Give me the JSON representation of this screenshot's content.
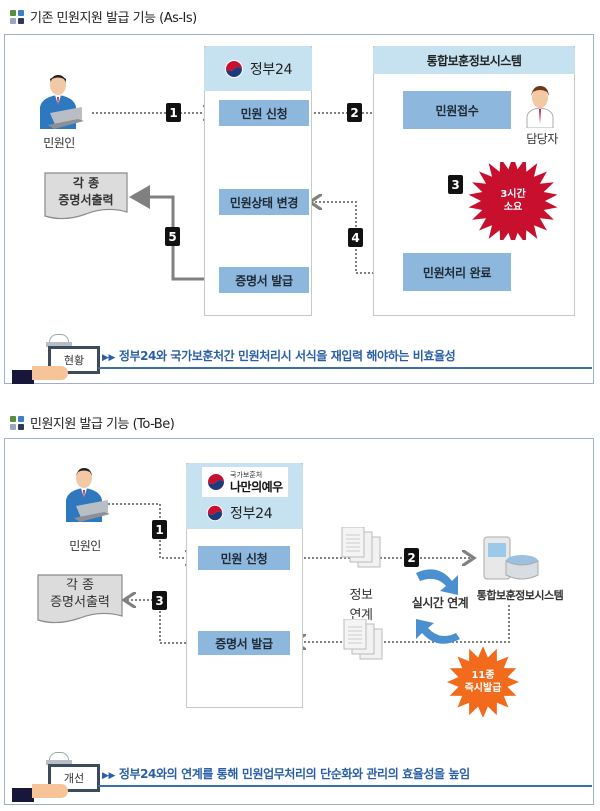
{
  "as_is": {
    "title": "기존 민원지원 발급 기능 (As-Is)",
    "actor": {
      "label": "민원인",
      "icon": "citizen-laptop-icon"
    },
    "staff": {
      "label": "담당자",
      "icon": "staff-person-icon"
    },
    "output_doc": {
      "line1": "각 종",
      "line2": "증명서출력"
    },
    "gov24_column": {
      "logo_text": "정부24",
      "steps": [
        "민원 신청",
        "민원상태 변경",
        "증명서 발급"
      ]
    },
    "veterans_column": {
      "header": "통합보훈정보시스템",
      "steps": [
        "민원접수",
        "민원처리 완료"
      ]
    },
    "badges": [
      "1",
      "2",
      "3",
      "4",
      "5"
    ],
    "burst": {
      "line1": "3시간",
      "line2": "소요",
      "color": "#c8102e"
    },
    "status_tag": "현황",
    "note": "정부24와 국가보훈처간 민원처리시 서식을 재입력 해야하는 비효율성"
  },
  "to_be": {
    "title": "민원지원 발급 기능 (To-Be)",
    "actor": {
      "label": "민원인",
      "icon": "citizen-laptop-icon"
    },
    "output_doc": {
      "line1": "각 종",
      "line2": "증명서출력"
    },
    "gov24_column": {
      "logo_small": "국가보훈처",
      "logo_main": "나만의예우",
      "logo_text": "정부24",
      "steps": [
        "민원 신청",
        "증명서 발급"
      ]
    },
    "info_link": {
      "line1": "정보",
      "line2": "연계"
    },
    "realtime_label": "실시간 연계",
    "system_label": "통합보훈정보시스템",
    "badges": [
      "1",
      "2",
      "3"
    ],
    "burst": {
      "line1": "11종",
      "line2": "즉시발급",
      "color": "#f26a1b"
    },
    "status_tag": "개선",
    "note": "정부24와의 연계를 통해 민원업무처리의 단순화와 관리의 효율성을 높임"
  },
  "colors": {
    "step_fill": "#8db7dc",
    "column_header": "#c6e2f1",
    "note_text": "#2a5fa8",
    "arrow": "#808080"
  }
}
